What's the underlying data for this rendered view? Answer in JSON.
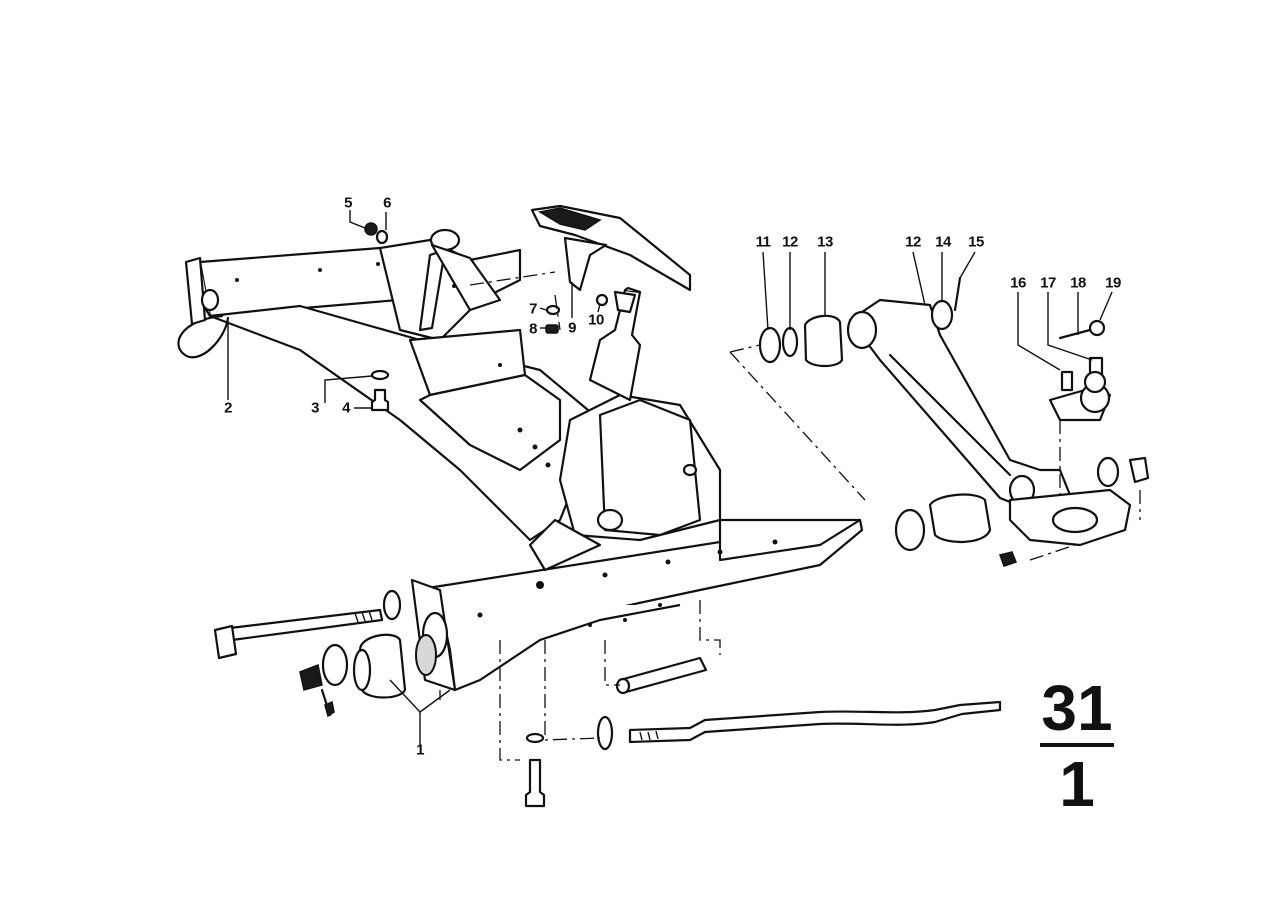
{
  "diagram": {
    "group": {
      "numerator": "31",
      "denominator": "1"
    },
    "callouts": [
      {
        "id": "c1",
        "text": "1"
      },
      {
        "id": "c2",
        "text": "2"
      },
      {
        "id": "c3",
        "text": "3"
      },
      {
        "id": "c4",
        "text": "4"
      },
      {
        "id": "c5",
        "text": "5"
      },
      {
        "id": "c6",
        "text": "6"
      },
      {
        "id": "c7",
        "text": "7"
      },
      {
        "id": "c8",
        "text": "8"
      },
      {
        "id": "c9",
        "text": "9"
      },
      {
        "id": "c10",
        "text": "10"
      },
      {
        "id": "c11",
        "text": "11"
      },
      {
        "id": "c12a",
        "text": "12"
      },
      {
        "id": "c13",
        "text": "13"
      },
      {
        "id": "c12b",
        "text": "12"
      },
      {
        "id": "c14",
        "text": "14"
      },
      {
        "id": "c15",
        "text": "15"
      },
      {
        "id": "c16",
        "text": "16"
      },
      {
        "id": "c17",
        "text": "17"
      },
      {
        "id": "c18",
        "text": "18"
      },
      {
        "id": "c19",
        "text": "19"
      }
    ]
  }
}
